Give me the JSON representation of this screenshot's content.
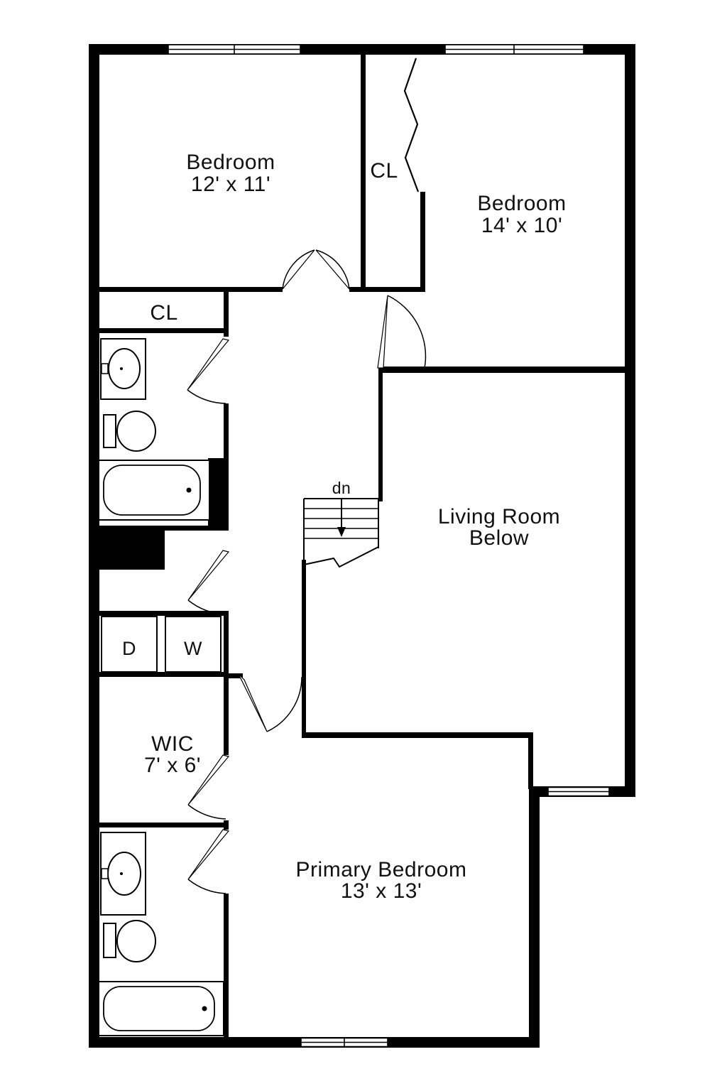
{
  "plan": {
    "rooms": {
      "bedroom1": {
        "name": "Bedroom",
        "dims": "12' x 11'"
      },
      "bedroom2": {
        "name": "Bedroom",
        "dims": "14' x 10'"
      },
      "closet_top": {
        "name": "CL"
      },
      "closet_left": {
        "name": "CL"
      },
      "living_room": {
        "name": "Living Room",
        "qualifier": "Below"
      },
      "wic": {
        "name": "WIC",
        "dims": "7' x 6'"
      },
      "primary_bedroom": {
        "name": "Primary Bedroom",
        "dims": "13' x 13'"
      }
    },
    "labels": {
      "stairs_down": "dn",
      "dryer": "D",
      "washer": "W"
    },
    "colors": {
      "wall": "#000000",
      "background": "#ffffff",
      "line": "#111111"
    }
  }
}
